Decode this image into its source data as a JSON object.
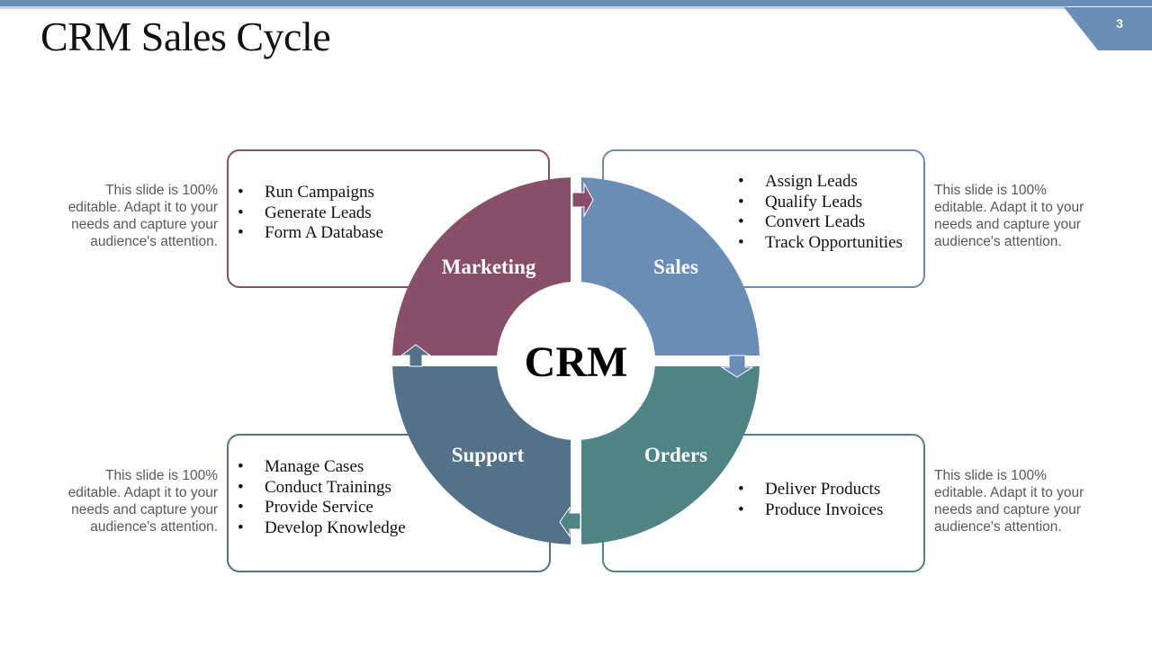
{
  "slide": {
    "title": "CRM Sales Cycle",
    "page_number": "3",
    "accent_color": "#6a8db8"
  },
  "center": {
    "label": "CRM"
  },
  "segments": [
    {
      "label": "Marketing",
      "color": "#8a4f68",
      "items": [
        "Run Campaigns",
        "Generate Leads",
        "Form A Database"
      ]
    },
    {
      "label": "Sales",
      "color": "#6a8db8",
      "items": [
        "Assign Leads",
        "Qualify Leads",
        "Convert Leads",
        "Track Opportunities"
      ]
    },
    {
      "label": "Orders",
      "color": "#4f8487",
      "items": [
        "Deliver Products",
        "Produce Invoices"
      ]
    },
    {
      "label": "Support",
      "color": "#537189",
      "items": [
        "Manage Cases",
        "Conduct Trainings",
        "Provide Service",
        "Develop Knowledge"
      ]
    }
  ],
  "notes": {
    "top_left": "This slide is 100% editable. Adapt it to your needs and capture your audience's attention.",
    "top_right": "This slide is 100% editable. Adapt it to your needs and capture your audience's attention.",
    "bottom_left": "This slide is 100% editable. Adapt it to your needs and capture your audience's attention.",
    "bottom_right": "This slide is 100% editable. Adapt it to your needs and capture your audience's attention."
  }
}
